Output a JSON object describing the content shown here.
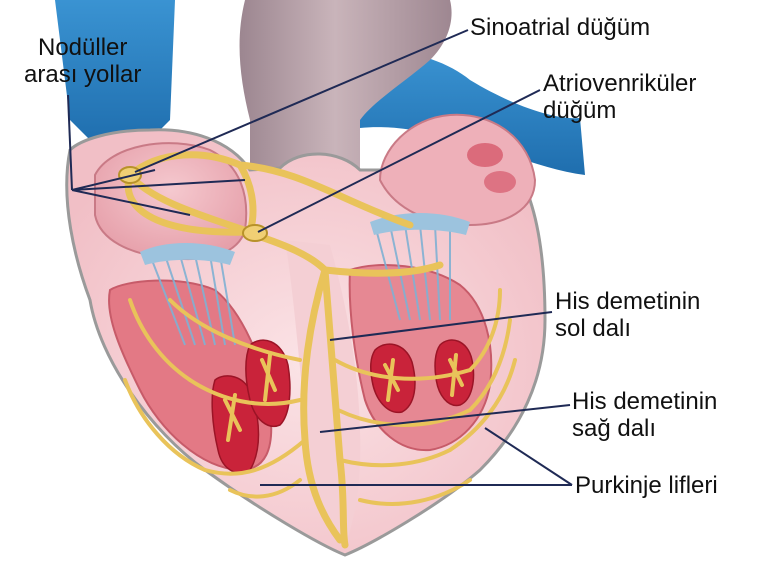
{
  "labels": {
    "nodal_pathways": {
      "line1": "Nodüller",
      "line2": "arası yollar"
    },
    "sinoatrial_node": {
      "line1": "Sinoatrial düğüm"
    },
    "atrioventricular_node": {
      "line1": "Atriovenriküler",
      "line2": "düğüm"
    },
    "left_bundle_branch": {
      "line1": "His demetinin",
      "line2": "sol dalı"
    },
    "right_bundle_branch": {
      "line1": "His demetinin",
      "line2": "sağ dalı"
    },
    "purkinje_fibers": {
      "line1": "Purkinje lifleri"
    }
  },
  "colors": {
    "vessel_blue": "#2f86c6",
    "vessel_blue_dark": "#1e6aa8",
    "aorta_mauve": "#b9a1a8",
    "heart_outline": "#8a8a8a",
    "chamber_pink": "#e8a5ae",
    "myocardium_pink": "#f2c6cc",
    "wall_red": "#d9505f",
    "papillary_red": "#c8223a",
    "chordae_blue": "#8ab7d6",
    "conduction_yellow": "#e9c35a",
    "conduction_outline": "#b8922a",
    "leader_line": "#1f2a55"
  }
}
